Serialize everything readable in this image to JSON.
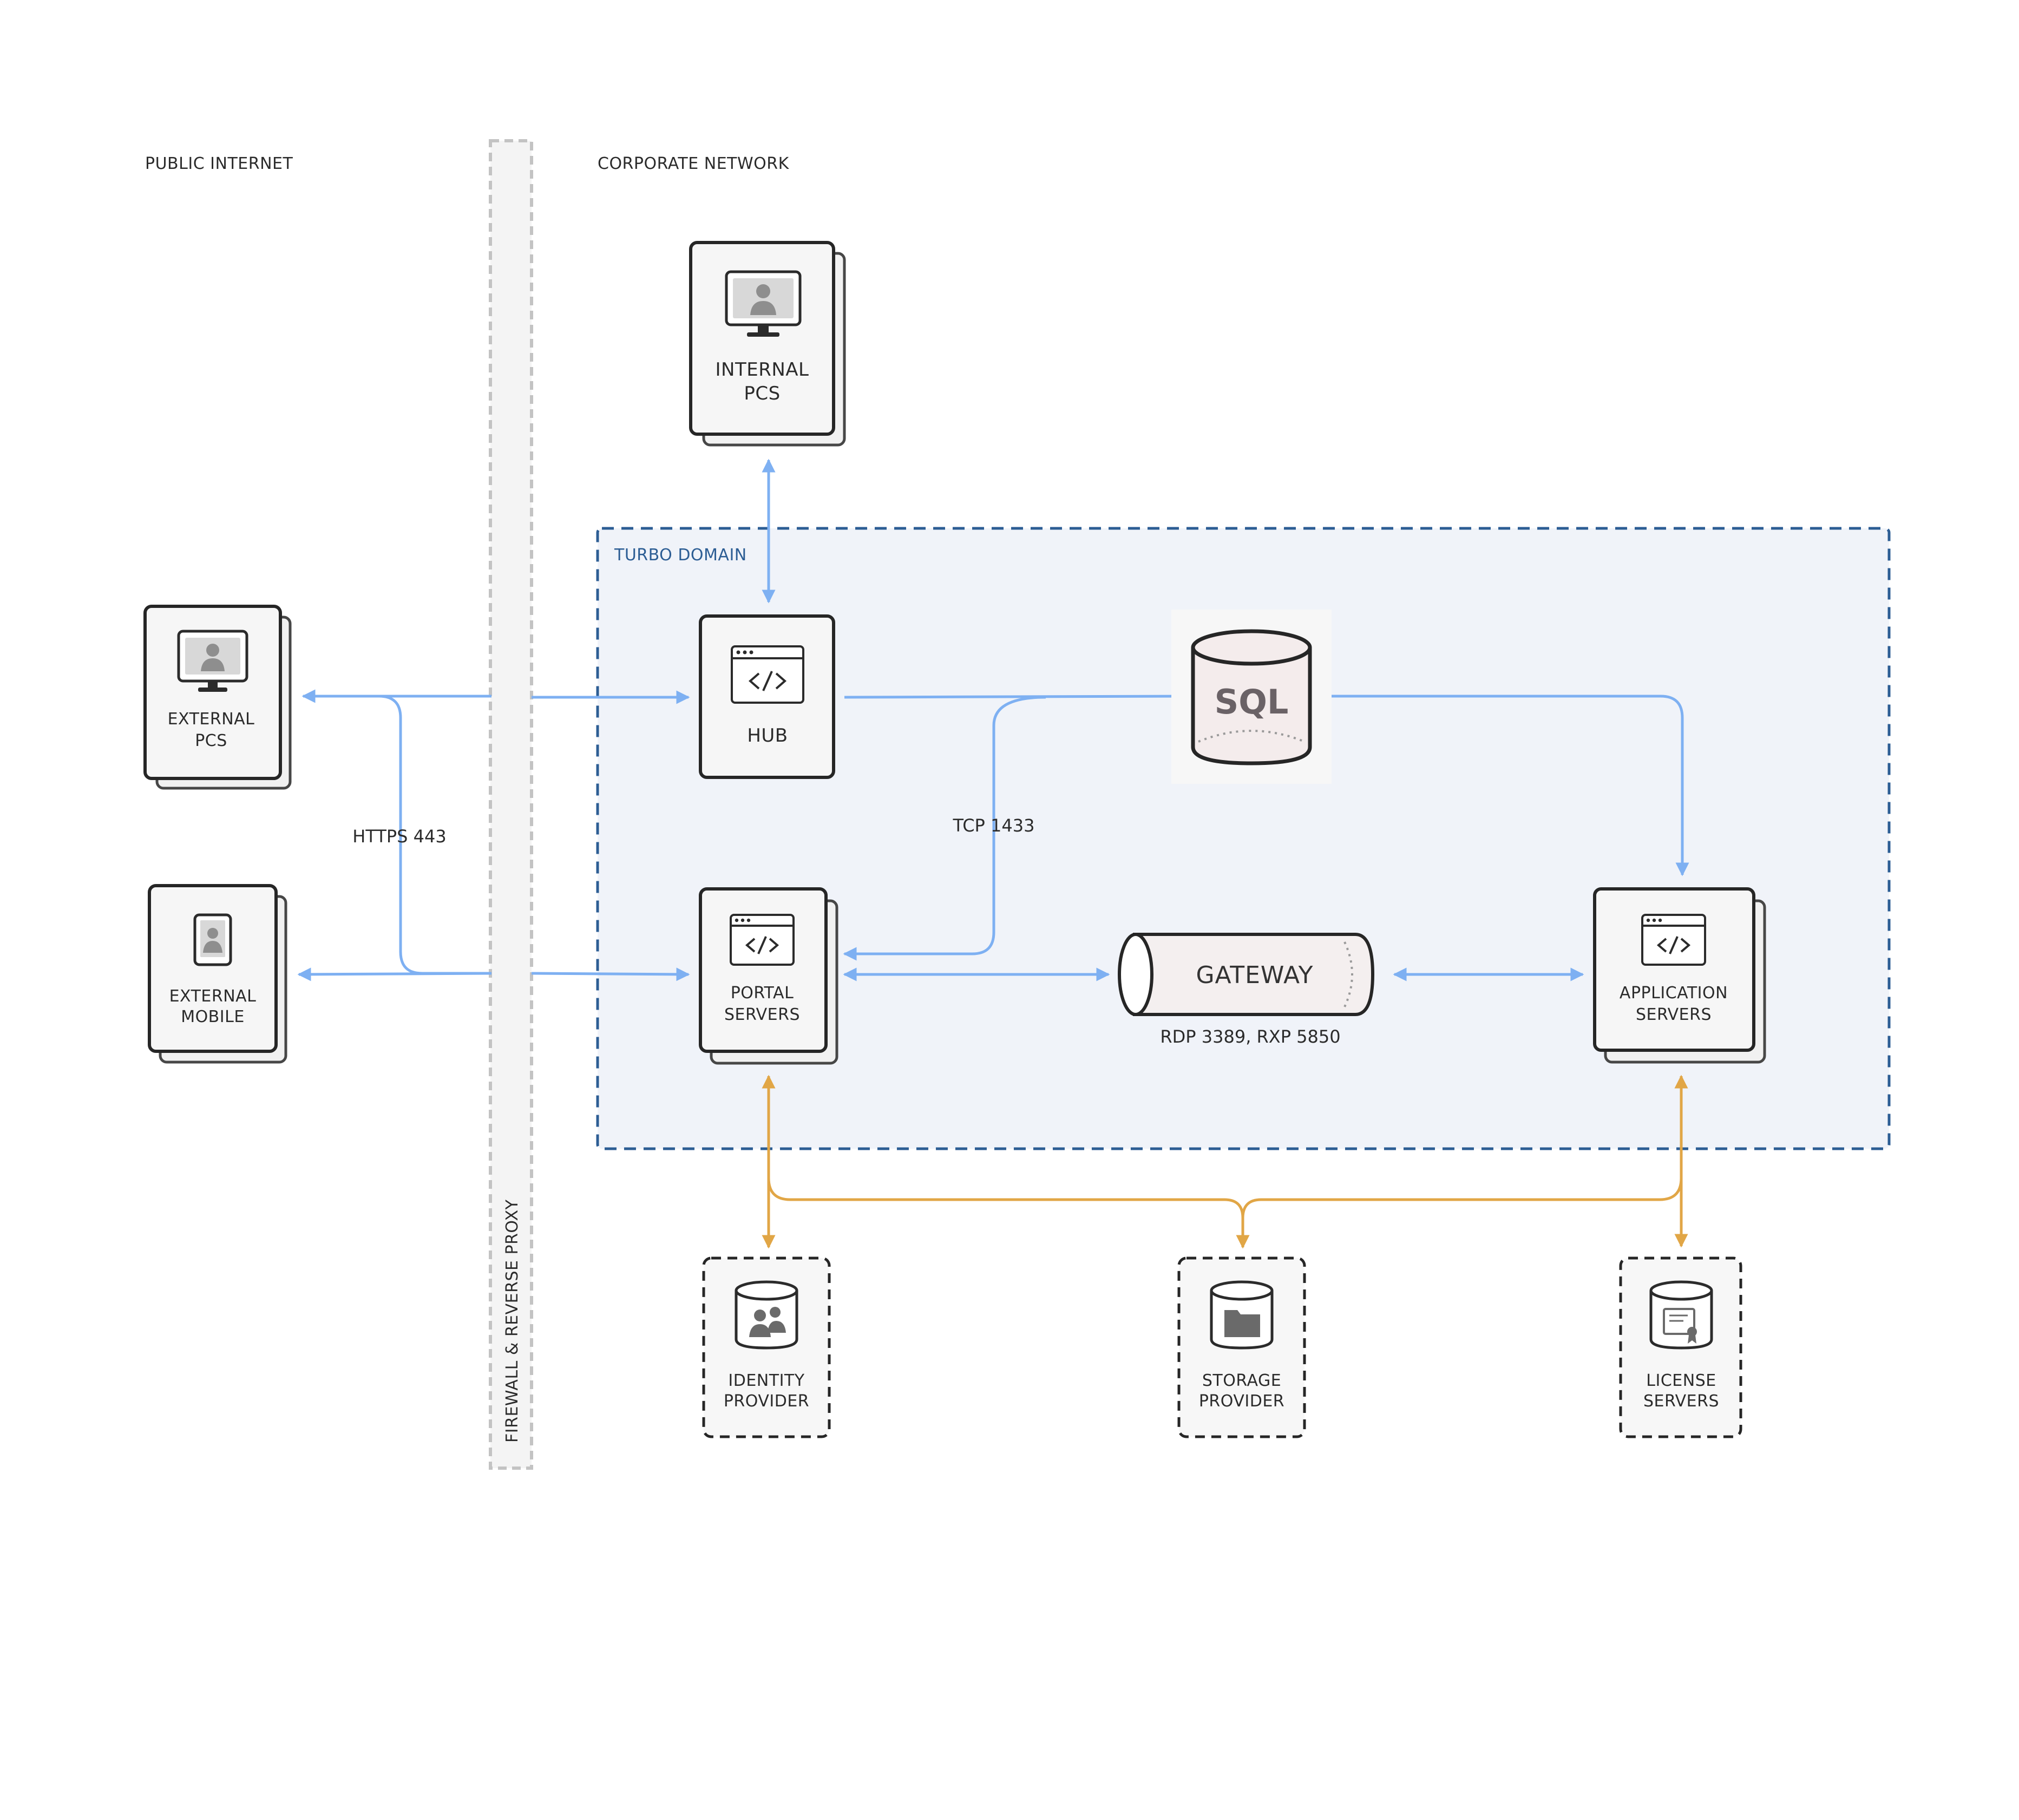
{
  "zones": {
    "public_internet": "PUBLIC INTERNET",
    "corporate_network": "CORPORATE NETWORK",
    "firewall": "FIREWALL & REVERSE PROXY",
    "turbo_domain": "TURBO DOMAIN"
  },
  "nodes": {
    "internal_pcs": [
      "INTERNAL",
      "PCS"
    ],
    "external_pcs": [
      "EXTERNAL",
      "PCS"
    ],
    "external_mobile": [
      "EXTERNAL",
      "MOBILE"
    ],
    "hub": "HUB",
    "sql": "SQL",
    "portal_servers": [
      "PORTAL",
      "SERVERS"
    ],
    "gateway": "GATEWAY",
    "application_servers": [
      "APPLICATION",
      "SERVERS"
    ],
    "identity_provider": [
      "IDENTITY",
      "PROVIDER"
    ],
    "storage_provider": [
      "STORAGE",
      "PROVIDER"
    ],
    "license_servers": [
      "LICENSE",
      "SERVERS"
    ]
  },
  "connections": {
    "https": "HTTPS 443",
    "tcp": "TCP 1433",
    "gateway_ports": "RDP 3389, RXP 5850"
  },
  "colors": {
    "blue_link": "#7eb0f2",
    "orange_link": "#e1a646",
    "domain_border": "#2c5d94",
    "domain_fill": "#f0f3f9"
  }
}
